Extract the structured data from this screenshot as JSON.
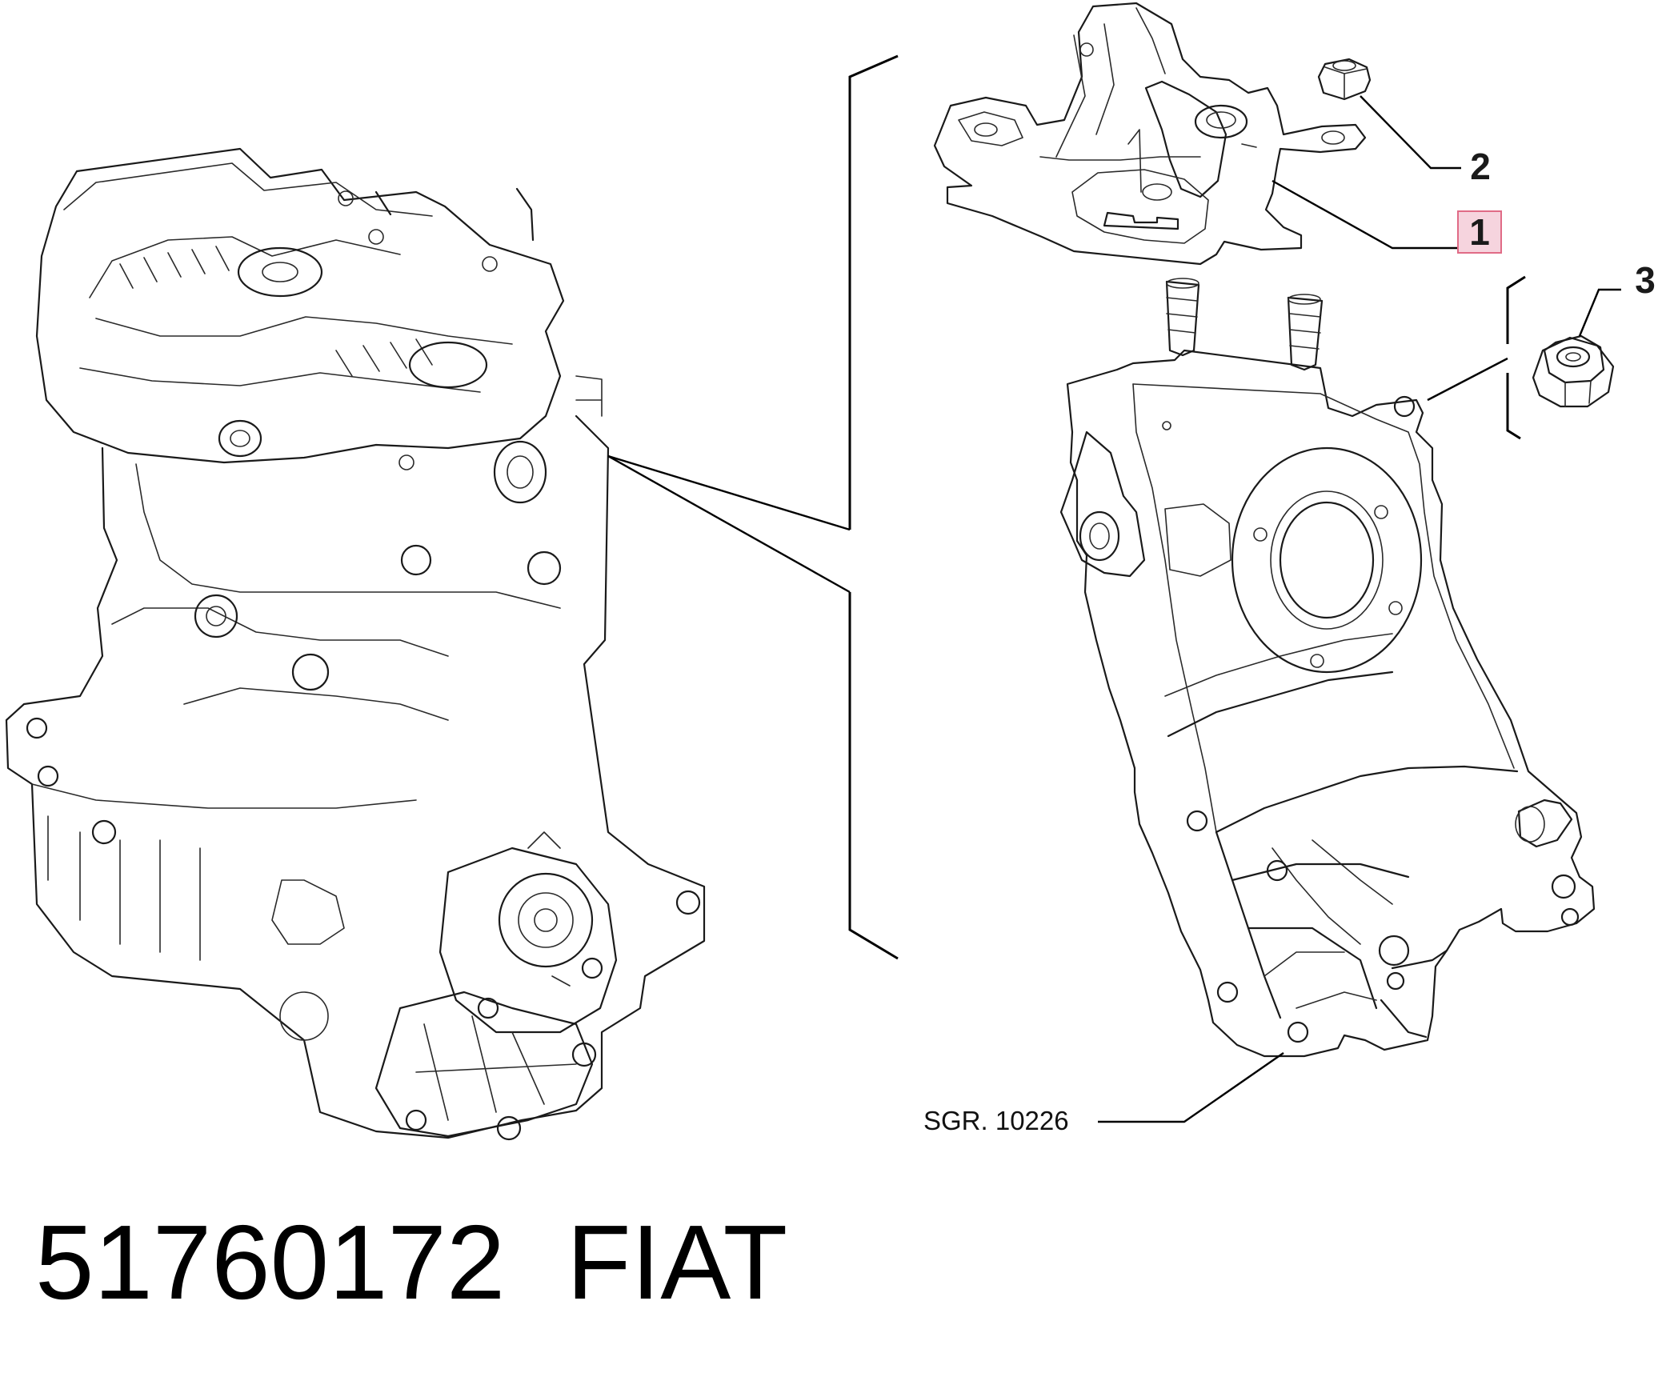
{
  "callouts": {
    "part_1": "1",
    "part_2": "2",
    "part_3": "3"
  },
  "reference": {
    "label": "SGR. 10226"
  },
  "footer": {
    "part_number": "51760172",
    "brand": "FIAT"
  },
  "colors": {
    "highlight_fill": "#f6d4de",
    "highlight_border": "#e06b86",
    "line": "#1a1a1a"
  }
}
